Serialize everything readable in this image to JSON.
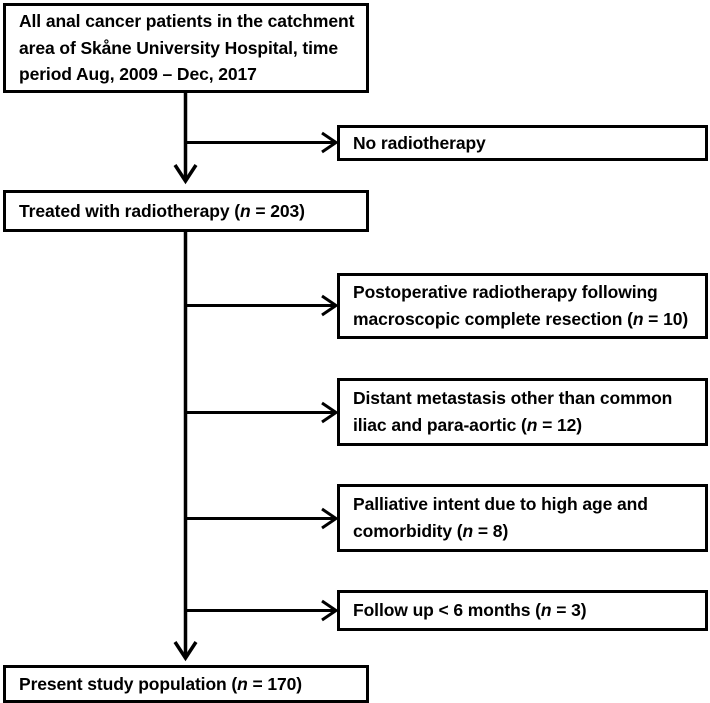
{
  "diagram": {
    "title": "Patient selection flowchart",
    "type": "flowchart",
    "stroke_color": "#000000",
    "background_color": "#ffffff",
    "nodes": {
      "source_population": {
        "text": "All anal cancer patients in the catchment area of Skåne University Hospital, time period Aug, 2009 – Dec, 2017",
        "line1": "All anal cancer patients in the catchment",
        "line2": "area of Skåne University Hospital, time",
        "line3": "period Aug, 2009 – Dec, 2017"
      },
      "no_radiotherapy": {
        "text": "No radiotherapy"
      },
      "treated_with_radiotherapy": {
        "label": "Treated with radiotherapy (",
        "n_symbol": "n",
        "eq": " = ",
        "count": "203",
        "close": ")"
      },
      "exclusion_postoperative": {
        "line1": "Postoperative radiotherapy following",
        "line2_pre": "macroscopic complete resection (",
        "n_symbol": "n",
        "eq": " = ",
        "count": "10",
        "close": ")"
      },
      "exclusion_metastasis": {
        "line1": "Distant metastasis other than common",
        "line2_pre": "iliac and para-aortic (",
        "n_symbol": "n",
        "eq": " = ",
        "count": "12",
        "close": ")"
      },
      "exclusion_palliative": {
        "line1": "Palliative intent due to high age and",
        "line2_pre": "comorbidity (",
        "n_symbol": "n",
        "eq": " = ",
        "count": "8",
        "close": ")"
      },
      "exclusion_followup": {
        "line1_pre": "Follow up < 6 months (",
        "n_symbol": "n",
        "eq": " = ",
        "count": "3",
        "close": ")"
      },
      "study_population": {
        "label": "Present study population (",
        "n_symbol": "n",
        "eq": " = ",
        "count": "170",
        "close": ")"
      }
    }
  },
  "chart_data": {
    "type": "diagram",
    "title": "Patient selection flowchart",
    "steps": [
      {
        "id": "source_population",
        "label": "All anal cancer patients in the catchment area of Skåne University Hospital, time period Aug, 2009 – Dec, 2017",
        "n": null
      },
      {
        "id": "no_radiotherapy",
        "label": "No radiotherapy",
        "n": null,
        "branch": "excluded"
      },
      {
        "id": "treated_with_radiotherapy",
        "label": "Treated with radiotherapy",
        "n": 203
      },
      {
        "id": "exclusion_postoperative",
        "label": "Postoperative radiotherapy following macroscopic complete resection",
        "n": 10,
        "branch": "excluded"
      },
      {
        "id": "exclusion_metastasis",
        "label": "Distant metastasis other than common iliac and para-aortic",
        "n": 12,
        "branch": "excluded"
      },
      {
        "id": "exclusion_palliative",
        "label": "Palliative intent due to high age and comorbidity",
        "n": 8,
        "branch": "excluded"
      },
      {
        "id": "exclusion_followup",
        "label": "Follow up < 6 months",
        "n": 3,
        "branch": "excluded"
      },
      {
        "id": "study_population",
        "label": "Present study population",
        "n": 170
      }
    ]
  }
}
